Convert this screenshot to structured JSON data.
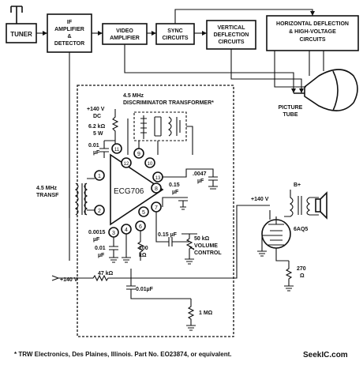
{
  "blocks": {
    "tuner": "TUNER",
    "if_amp_1": "IF",
    "if_amp_2": "AMPLIFIER",
    "if_amp_3": "&",
    "if_amp_4": "DETECTOR",
    "video_1": "VIDEO",
    "video_2": "AMPLIFIER",
    "sync_1": "SYNC",
    "sync_2": "CIRCUITS",
    "vert_1": "VERTICAL",
    "vert_2": "DEFLECTION",
    "vert_3": "CIRCUITS",
    "horiz_1": "HORIZONTAL DEFLECTION",
    "horiz_2": "& HIGH-VOLTAGE",
    "horiz_3": "CIRCUITS",
    "tube_1": "PICTURE",
    "tube_2": "TUBE"
  },
  "labels": {
    "disc_1": "4.5 MHz",
    "disc_2": "DISCRIMINATOR TRANSFORMER*",
    "v140_1": "+140 V",
    "v140_1b": "DC",
    "r62_1": "6.2 kΩ",
    "r62_2": "5 W",
    "c01a_1": "0.01",
    "c01a_2": "µF",
    "tr_1": "4.5 MHz",
    "tr_2": "TRANSF",
    "ic": "ECG706",
    "c00015_1": "0.0015",
    "c00015_2": "µF",
    "c01b_1": "0.01",
    "c01b_2": "µF",
    "c015a_1": "0.15",
    "c015a_2": "µF",
    "c0047_1": ".0047",
    "c0047_2": "µF",
    "r100_1": "100",
    "r100_2": "kΩ",
    "c015b": "0.15 µF",
    "vol_1": "50 kΩ",
    "vol_2": "VOLUME",
    "vol_3": "CONTROL",
    "v140_2": "+140 V",
    "r47": "47 kΩ",
    "c01c": "0.01µF",
    "r1m": "1 MΩ",
    "bplus": "B+",
    "v140_3": "+140 V",
    "tube": "6AQ5",
    "r270_1": "270",
    "r270_2": "Ω",
    "footnote": "* TRW Electronics, Des Plaines, Illinois.  Part No. EO23874, or equivalent.",
    "watermark": "SeekIC.com"
  },
  "pins": [
    "1",
    "2",
    "3",
    "4",
    "5",
    "6",
    "7",
    "8",
    "9",
    "10",
    "11",
    "12",
    "13"
  ]
}
